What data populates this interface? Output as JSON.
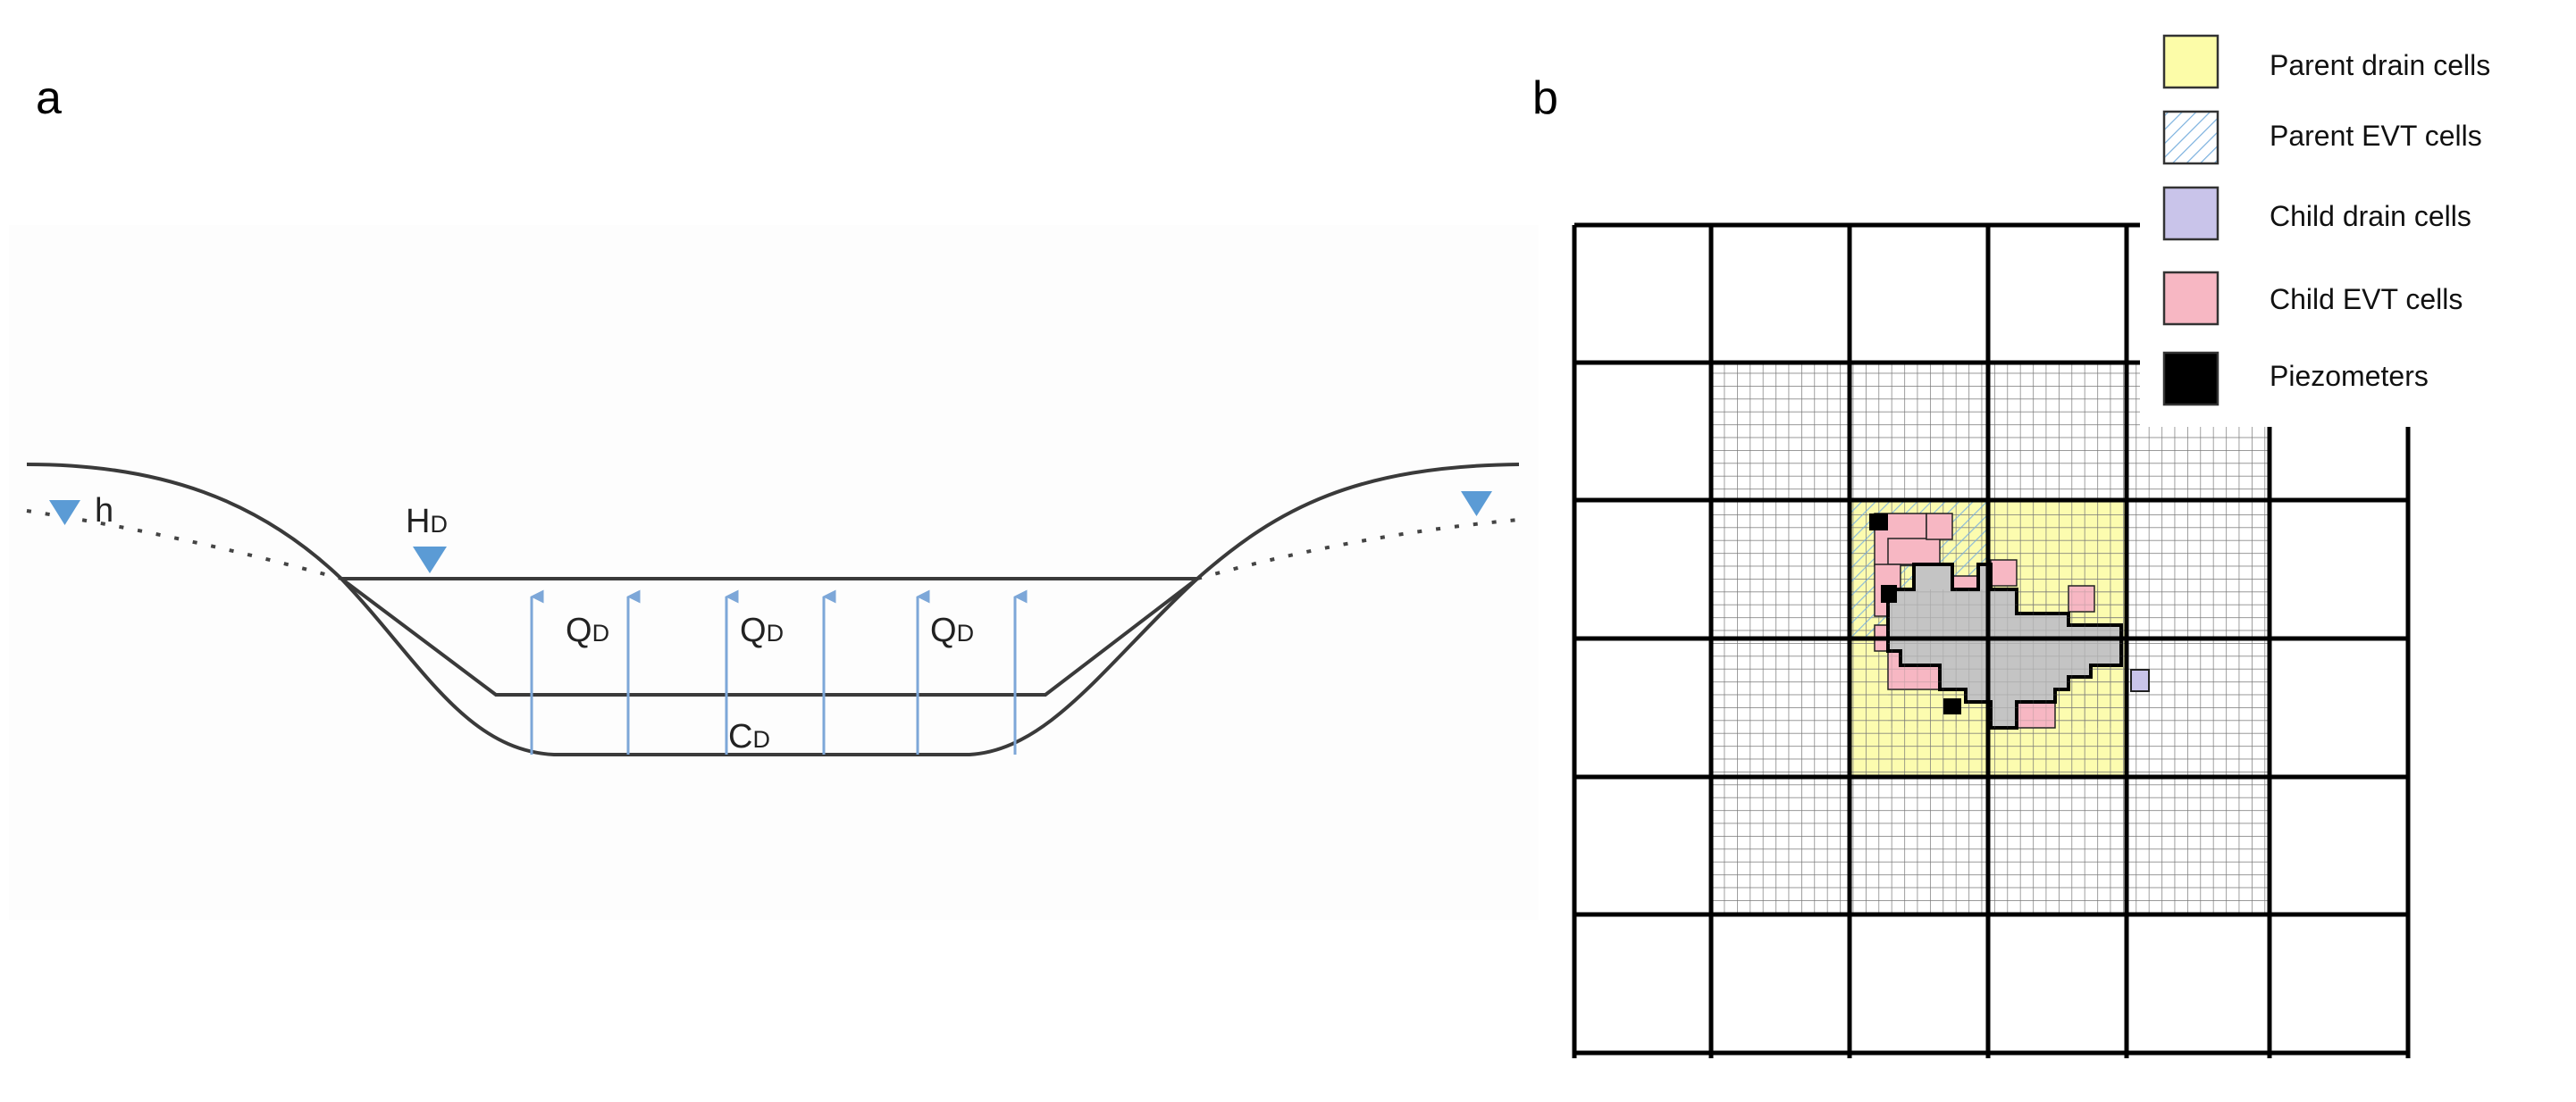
{
  "panels": {
    "a": {
      "label": "a",
      "symbols": {
        "water_table": "h",
        "drain_head_main": "H",
        "drain_head_sub": "D",
        "flow_main": "Q",
        "flow_sub": "D",
        "conductance_main": "C",
        "conductance_sub": "D"
      },
      "colors": {
        "water_marker": "#5b9bd5",
        "flow_arrow": "#7da7d8",
        "channel_line": "#3a3a3a",
        "panel_background": "#fdfdfd"
      },
      "icons": [
        "water-level-triangle-icon",
        "flow-arrow-icon"
      ]
    },
    "b": {
      "label": "b",
      "legend": [
        {
          "key": "parent-drain",
          "label": "Parent drain cells",
          "fill": "#fcfca8",
          "pattern": "solid"
        },
        {
          "key": "parent-evt",
          "label": "Parent EVT cells",
          "fill": "#ffffff",
          "stroke": "#7ab0de",
          "pattern": "hatch"
        },
        {
          "key": "child-drain",
          "label": "Child drain cells",
          "fill": "#c9c4ea",
          "pattern": "solid"
        },
        {
          "key": "child-evt",
          "label": "Child EVT cells",
          "fill": "#f7b7c3",
          "pattern": "solid"
        },
        {
          "key": "piezometers",
          "label": "Piezometers",
          "fill": "#000000",
          "pattern": "solid"
        }
      ],
      "colors": {
        "coarse_grid": "#000000",
        "fine_grid": "#777777",
        "evt_hatch": "#7ab0de",
        "domain_fill": "#c4c4c4"
      }
    }
  }
}
